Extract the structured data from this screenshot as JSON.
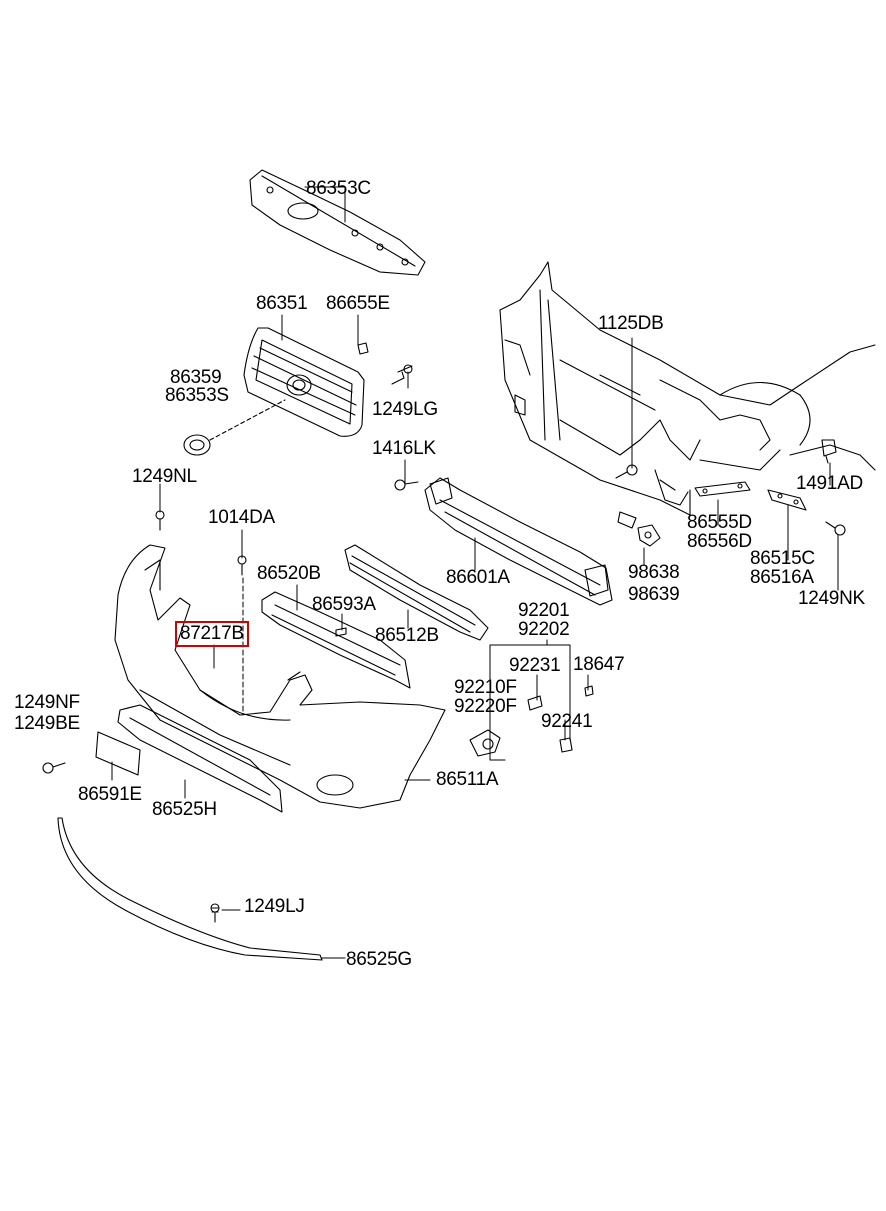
{
  "diagram": {
    "highlight_color": "#d40000",
    "line_color": "#000000",
    "parts": {
      "p86353C": "86353C",
      "p86351": "86351",
      "p86655E": "86655E",
      "p86359": "86359",
      "p86353S": "86353S",
      "p1249LG": "1249LG",
      "p1125DB": "1125DB",
      "p1416LK": "1416LK",
      "p1491AD": "1491AD",
      "p1249NL": "1249NL",
      "p1014DA": "1014DA",
      "p86520B": "86520B",
      "p86555D": "86555D",
      "p86556D": "86556D",
      "p86601A": "86601A",
      "p98638": "98638",
      "p98639": "98639",
      "p86515C": "86515C",
      "p86516A": "86516A",
      "p86593A": "86593A",
      "p1249NK": "1249NK",
      "p87217B": "87217B",
      "p86512B": "86512B",
      "p92201": "92201",
      "p92202": "92202",
      "p92231": "92231",
      "p18647": "18647",
      "p92210F": "92210F",
      "p92220F": "92220F",
      "p1249NF": "1249NF",
      "p1249BE": "1249BE",
      "p92241": "92241",
      "p86511A": "86511A",
      "p86591E": "86591E",
      "p86525H": "86525H",
      "p1249LJ": "1249LJ",
      "p86525G": "86525G"
    }
  }
}
